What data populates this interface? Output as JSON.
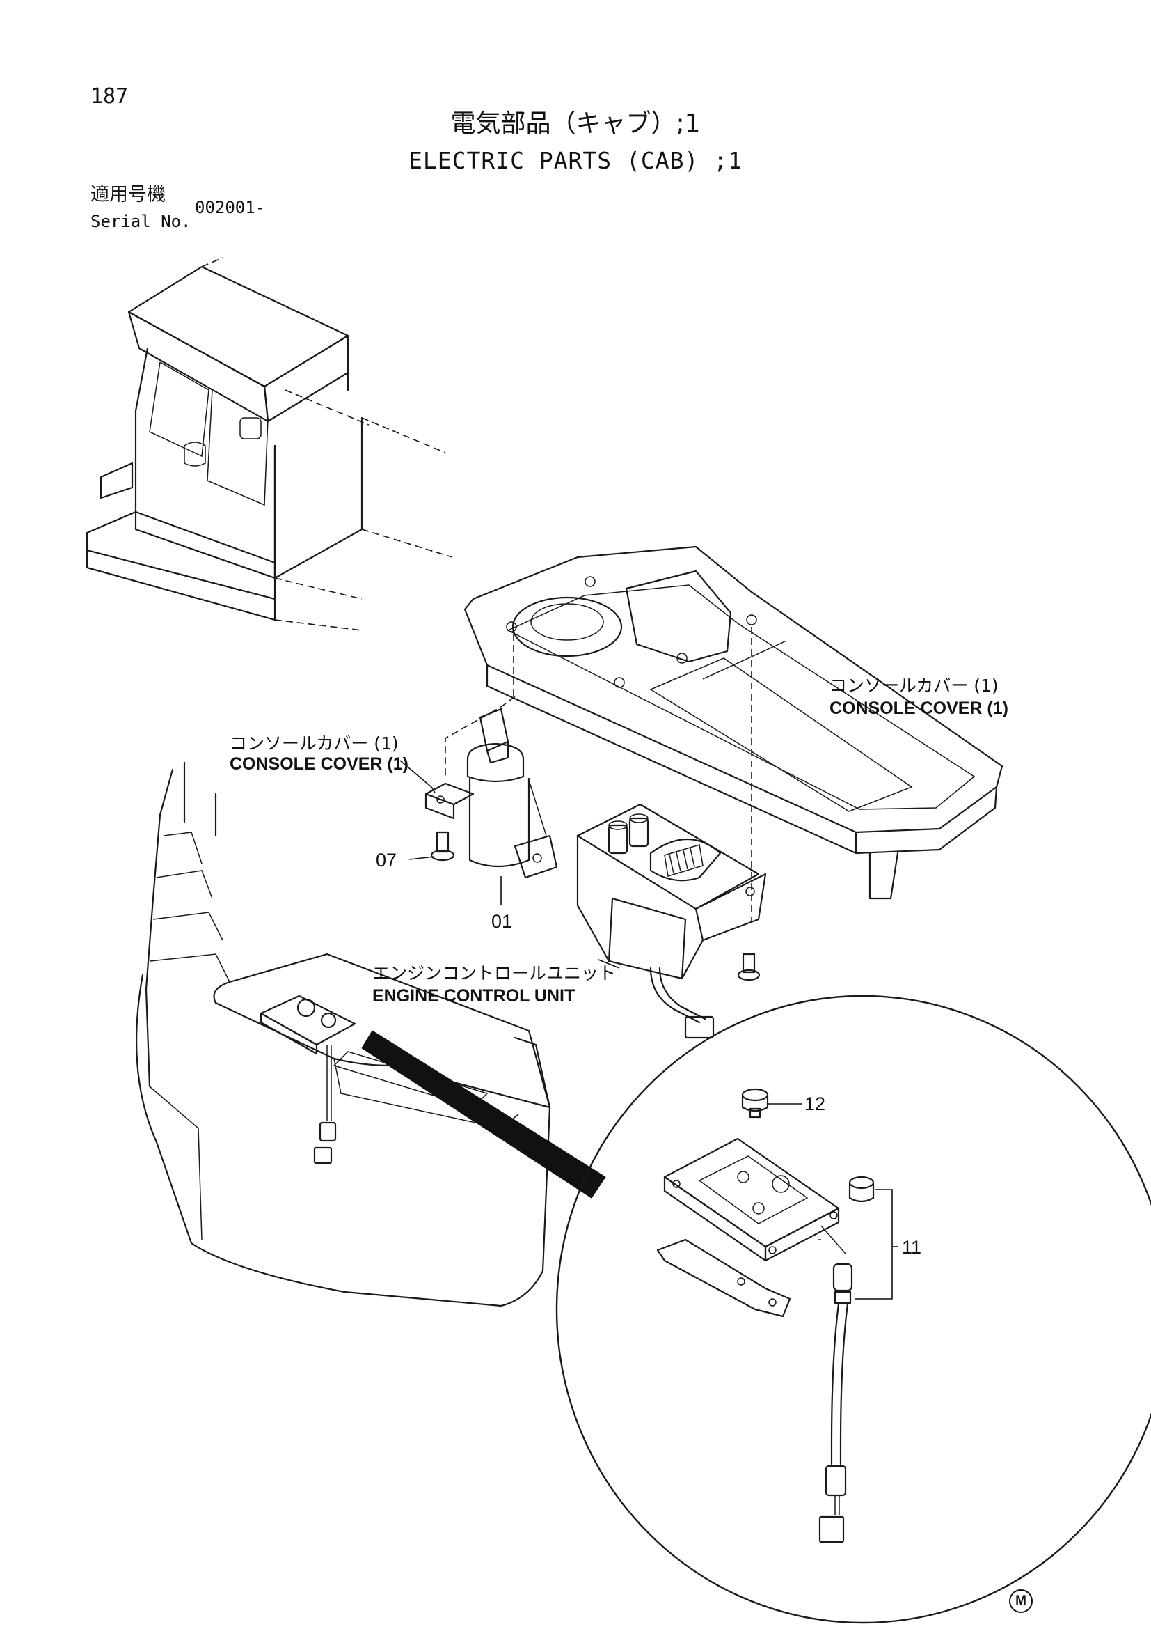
{
  "header": {
    "page_number": "187",
    "title_jp": "電気部品（キャブ）;1",
    "title_en": "ELECTRIC PARTS (CAB) ;1",
    "serial_label_jp": "適用号機",
    "serial_label_en": "Serial No.",
    "serial_value": "002001-"
  },
  "callouts": {
    "console_cover_right_jp": "コンソールカバー (1)",
    "console_cover_right_en": "CONSOLE COVER (1)",
    "console_cover_left_jp": "コンソールカバー (1)",
    "console_cover_left_en": "CONSOLE COVER (1)",
    "engine_control_unit_jp": "エンジンコントロールユニット",
    "engine_control_unit_en": "ENGINE CONTROL UNIT"
  },
  "parts": [
    {
      "ref": "01"
    },
    {
      "ref": "07"
    },
    {
      "ref": "11"
    },
    {
      "ref": "12"
    }
  ],
  "footer": {
    "mark": "M"
  }
}
